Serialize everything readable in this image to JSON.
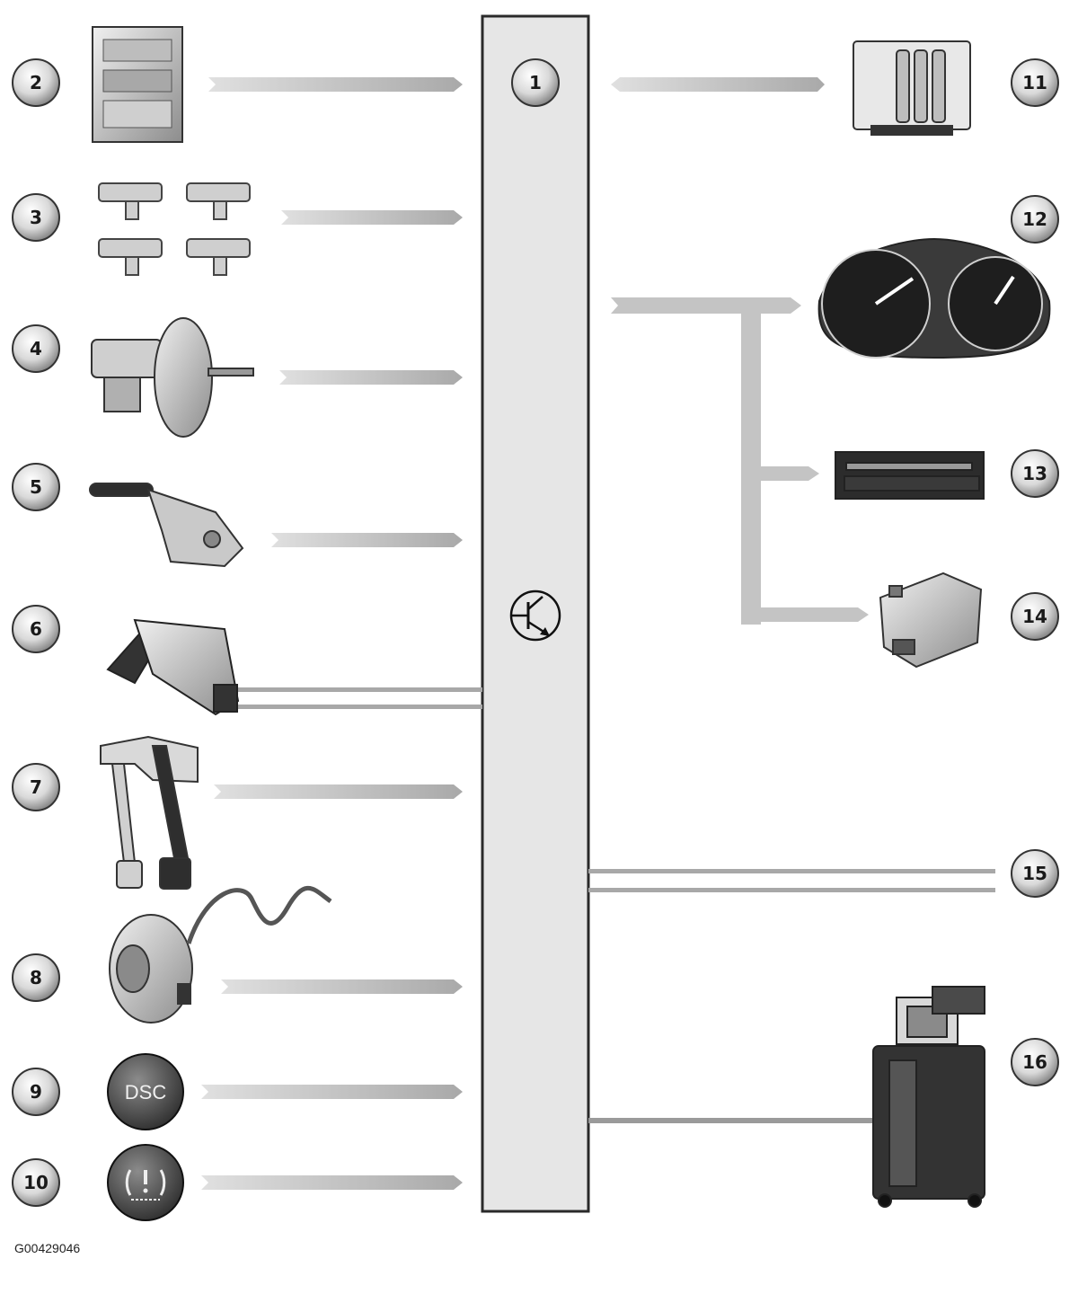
{
  "diagram": {
    "center_label": "1",
    "left_callouts": [
      "2",
      "3",
      "4",
      "5",
      "6",
      "7",
      "8",
      "9",
      "10"
    ],
    "right_callouts": [
      "11",
      "12",
      "13",
      "14",
      "15",
      "16"
    ],
    "button_dsc_text": "DSC",
    "button_tpms_text": "(!)"
  },
  "figure_code": "G00429046",
  "colors": {
    "arrow": "#b4b4b4",
    "bus": "#a8a8a8",
    "module_fill": "#e6e6e6",
    "module_stroke": "#2a2a2a"
  }
}
